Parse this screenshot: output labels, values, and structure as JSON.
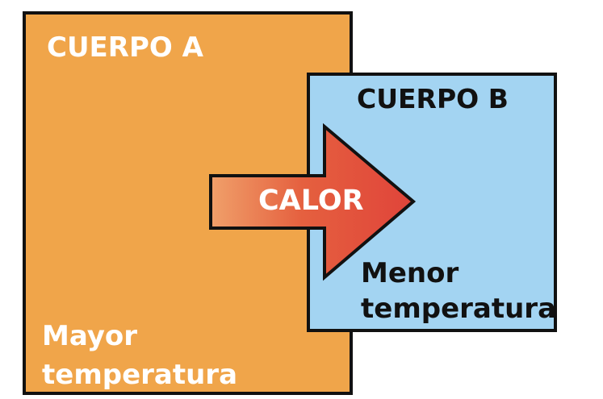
{
  "diagram": {
    "body_a": {
      "title": "CUERPO A",
      "temperature_line1": "Mayor",
      "temperature_line2": "temperatura"
    },
    "body_b": {
      "title": "CUERPO B",
      "temperature_line1": "Menor",
      "temperature_line2": "temperatura"
    },
    "arrow": {
      "label": "CALOR"
    },
    "colors": {
      "body_a_fill": "#F0A54A",
      "body_b_fill": "#A3D4F2",
      "arrow_start": "#F0A06A",
      "arrow_end": "#E0443A",
      "border": "#111111"
    }
  }
}
